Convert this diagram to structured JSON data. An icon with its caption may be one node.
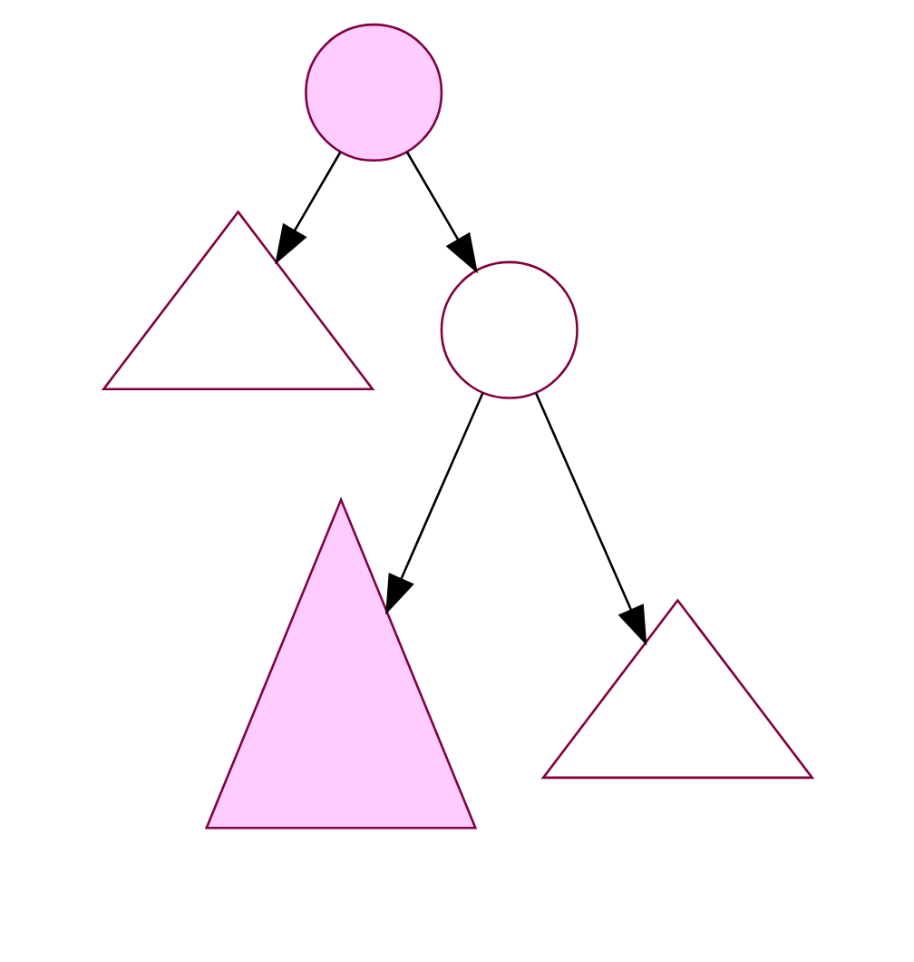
{
  "diagram": {
    "nodes": [
      {
        "text": [],
        "shape": "circle"
      },
      {
        "text": [],
        "shape": "triangle"
      },
      {
        "text": [],
        "shape": "circle"
      },
      {
        "text": [],
        "shape": "triangle"
      },
      {
        "text": [],
        "shape": "triangle"
      }
    ],
    "edges": [
      {
        "from": 0,
        "to": 1,
        "arrow": "to"
      },
      {
        "from": 0,
        "to": 2,
        "arrow": "to"
      },
      {
        "from": 2,
        "to": 3,
        "arrow": "to"
      },
      {
        "from": 2,
        "to": 4,
        "arrow": "to"
      }
    ]
  }
}
